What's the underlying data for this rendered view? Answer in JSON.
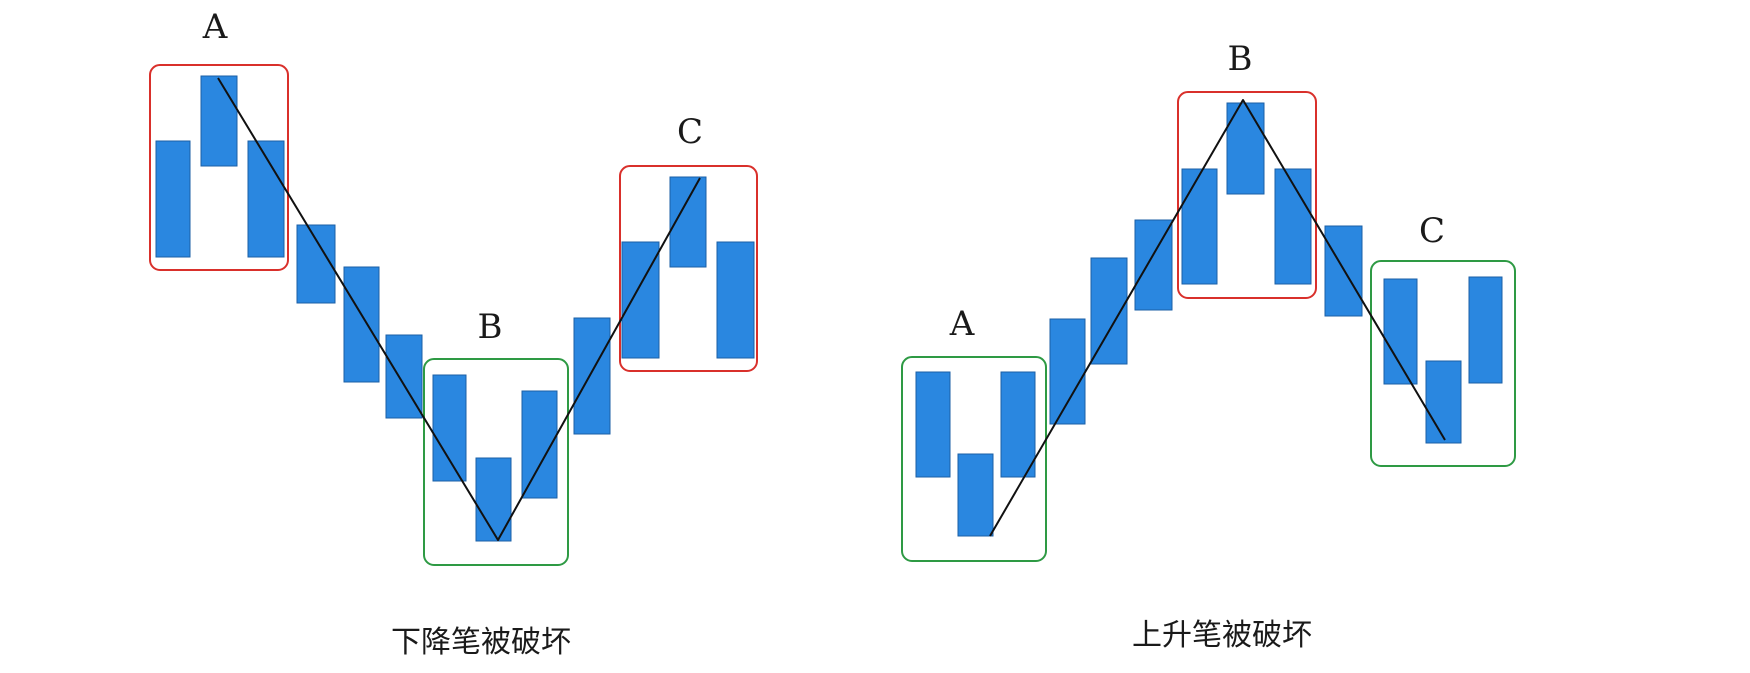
{
  "colors": {
    "bar_fill": "#2a87e0",
    "bar_stroke": "#1b5fa6",
    "box_red": "#d9302b",
    "box_green": "#2e9a44",
    "line": "#111111",
    "text": "#1a1a1a"
  },
  "diagrams": [
    {
      "id": "down-stroke",
      "caption": "下降笔被破坏",
      "labels": {
        "a": "A",
        "b": "B",
        "c": "C"
      }
    },
    {
      "id": "up-stroke",
      "caption": "上升笔被破坏",
      "labels": {
        "a": "A",
        "b": "B",
        "c": "C"
      }
    }
  ]
}
